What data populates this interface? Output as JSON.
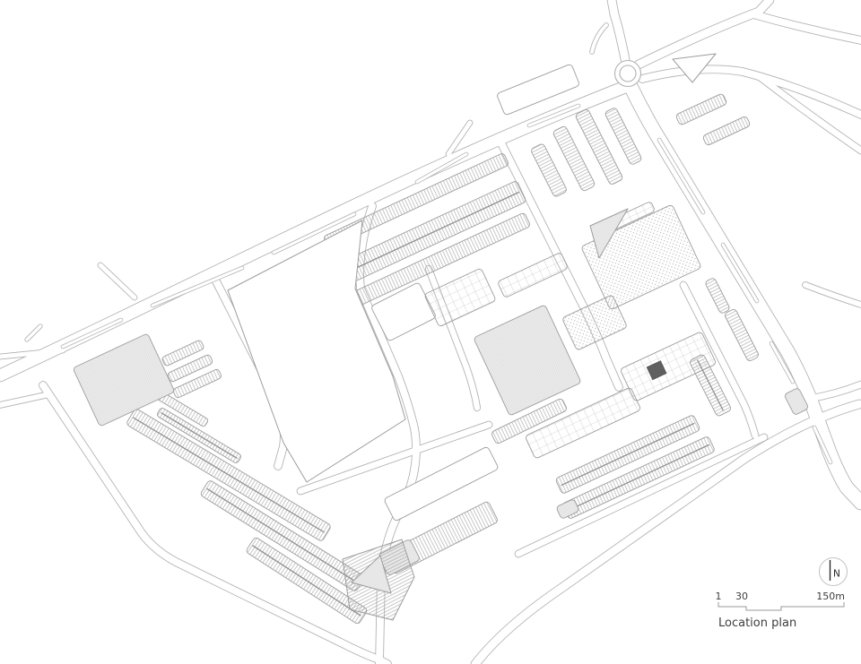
{
  "figure": {
    "caption": "Location plan"
  },
  "scale_bar": {
    "labels": {
      "start": "1",
      "mid": "30",
      "end": "150m"
    }
  },
  "north_indicator": {
    "label": "N"
  },
  "colors": {
    "background": "#ffffff",
    "road_line": "#b0b0b0",
    "block_line": "#9d9d9d",
    "hatch_line": "#9a9a9a",
    "block_gray_fill": "#ebebeb",
    "site_marker": "#5f5f5f",
    "text": "#3d3d3d"
  }
}
